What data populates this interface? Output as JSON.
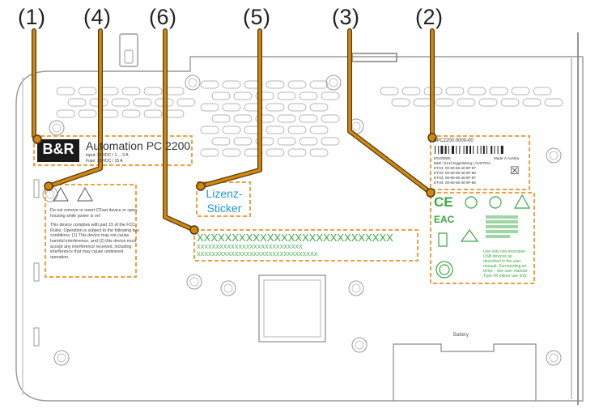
{
  "callouts": [
    {
      "id": "1",
      "label": "(1)"
    },
    {
      "id": "4",
      "label": "(4)"
    },
    {
      "id": "6",
      "label": "(6)"
    },
    {
      "id": "5",
      "label": "(5)"
    },
    {
      "id": "3",
      "label": "(3)"
    },
    {
      "id": "2",
      "label": "(2)"
    }
  ],
  "nameplate": {
    "logo": "B&R",
    "product": "Automation PC 2200",
    "input_line": "Input: 24 VDC / 1 ... 3 A",
    "fuse_line": "Fuse: 30 VDC / 15 A"
  },
  "license_sticker": {
    "line1": "Lizenz-",
    "line2": "Sticker"
  },
  "serial_field": {
    "line1": "XXXXXXXXXXXXXXXXXXXXXXXXXXXX",
    "line2": "XXXXXXXXXXXXXXXXXXXXXXXXXXXX",
    "line3": "XXXXXXXXXXXXXXXXXXXXXXXXXXXXXXXX"
  },
  "warning_label": {
    "text1": "Do not remove or insert CFast device or open housing while power is on!",
    "text2": "This device complies with part 15 of the FCC Rules. Operation is subject to the following two conditions: (1) This device may not cause harmful interference, and (2) this device must accept any interference received, including interference that may cause undesired operation."
  },
  "type_label": {
    "order_no": "5PC2200.0000-00",
    "serial": "E0100000",
    "made_in": "Made in Austria",
    "address": "B&R | 5142 Eggelsberg | AUSTRIA",
    "eth": [
      "ETH1: 00-60-65-40-9F-97",
      "ETH2: 00-60-65-40-9F-88",
      "ETH3: 00-60-65-40-9F-87",
      "ETH4: 00-60-65-40-9F-88"
    ]
  },
  "approval_label": {
    "ce": "CE",
    "eac": "EAC",
    "text": "Use only non-incendive USB devices as described in the user manual. Surrounding air temp. - see user manual Type 4X indoor use only."
  },
  "battery_label": "Battery",
  "colors": {
    "callout_orange": "#d4860f",
    "callout_dark": "#4a3a10",
    "box_dashed": "#f0a040",
    "sticker_blue": "#2196d9",
    "field_green": "#3aa845",
    "drawing_gray": "#9a9a9a"
  }
}
